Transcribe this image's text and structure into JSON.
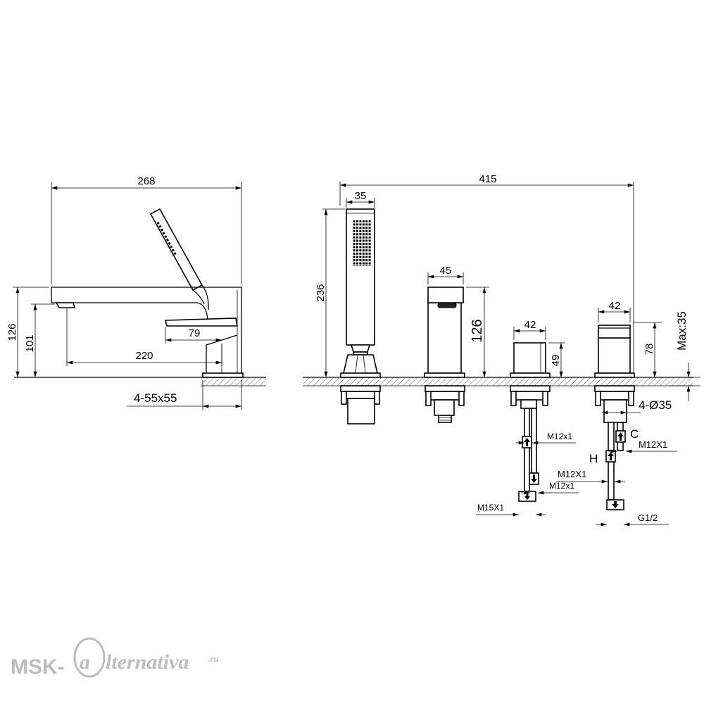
{
  "drawing": {
    "side_view": {
      "dim_overall_length": "268",
      "dim_overall_height": "126",
      "dim_spout_height": "101",
      "dim_lever_length": "79",
      "dim_spout_reach": "220",
      "dim_base_size": "4-55x55"
    },
    "front_view": {
      "dim_overall_width": "415",
      "hand_shower": {
        "dim_width": "35",
        "dim_height": "236"
      },
      "spout": {
        "dim_width": "45",
        "dim_height": "126"
      },
      "mixer": {
        "dim_width": "42",
        "dim_height": "49",
        "thread_upper": "M12x1",
        "thread_lower": "M12x1",
        "thread_outlet": "M15X1"
      },
      "diverter": {
        "dim_width": "42",
        "dim_height": "78",
        "dim_deck_thickness": "Max:35",
        "dim_hole": "4-Ø35",
        "cold_label": "C",
        "cold_thread": "M12X1",
        "hot_label": "H",
        "hot_thread": "M12X1",
        "supply_thread": "G1/2"
      }
    }
  },
  "watermark": {
    "prefix": "MSK-",
    "logo_letter": "a",
    "suffix": "lternativa",
    "tld": ".ru"
  },
  "colors": {
    "line": "#000000",
    "hatch": "#333333",
    "watermark": "#bdbdbd"
  }
}
